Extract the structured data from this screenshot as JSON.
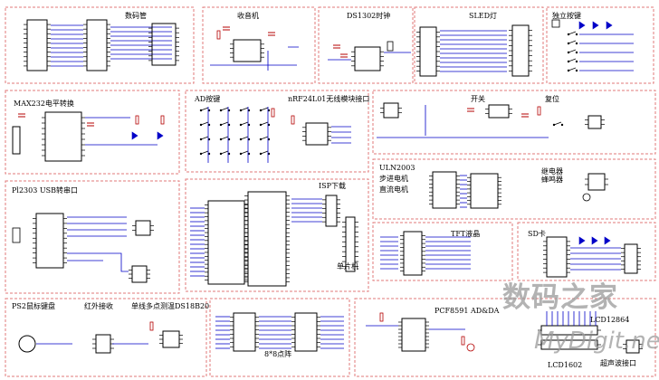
{
  "schematic": {
    "modules": [
      {
        "id": "seg",
        "label": "数码管"
      },
      {
        "id": "radio",
        "label": "收音机"
      },
      {
        "id": "ds1302",
        "label": "DS1302时钟"
      },
      {
        "id": "sled",
        "label": "SLED灯"
      },
      {
        "id": "keys",
        "label": "独立按键"
      },
      {
        "id": "max232",
        "label": "MAX232电平转换"
      },
      {
        "id": "adkeys",
        "label": "AD按键"
      },
      {
        "id": "nrf",
        "label": "nRF24L01无线模块接口"
      },
      {
        "id": "switch",
        "label": "开关"
      },
      {
        "id": "reset",
        "label": "复位"
      },
      {
        "id": "uln",
        "label": "ULN2003"
      },
      {
        "id": "stepper",
        "label": "步进电机"
      },
      {
        "id": "dcmotor",
        "label": "直流电机"
      },
      {
        "id": "relay",
        "label": "继电器"
      },
      {
        "id": "buzzer",
        "label": "蜂鸣器"
      },
      {
        "id": "pl2303",
        "label": "Pl2303 USB转串口"
      },
      {
        "id": "isp",
        "label": "ISP下载"
      },
      {
        "id": "mcu",
        "label": "单片机"
      },
      {
        "id": "tft",
        "label": "TFT液晶"
      },
      {
        "id": "sd",
        "label": "SD卡"
      },
      {
        "id": "ps2",
        "label": "PS2鼠标键盘"
      },
      {
        "id": "ir",
        "label": "红外接收"
      },
      {
        "id": "ds18b20",
        "label": "单线多点测温DS18B20"
      },
      {
        "id": "dotmatrix",
        "label": "8*8点阵"
      },
      {
        "id": "pcf8591",
        "label": "PCF8591 AD&DA"
      },
      {
        "id": "lcd12864",
        "label": "LCD12864"
      },
      {
        "id": "lcd1602",
        "label": "LCD1602"
      },
      {
        "id": "ultrasonic",
        "label": "超声波接口"
      }
    ]
  },
  "watermark": {
    "cn": "数码之家",
    "en": "MyDigit.net"
  },
  "colors": {
    "wire": "#0000c8",
    "comp": "#b40000",
    "box": "#e07878",
    "pin": "#000000"
  }
}
